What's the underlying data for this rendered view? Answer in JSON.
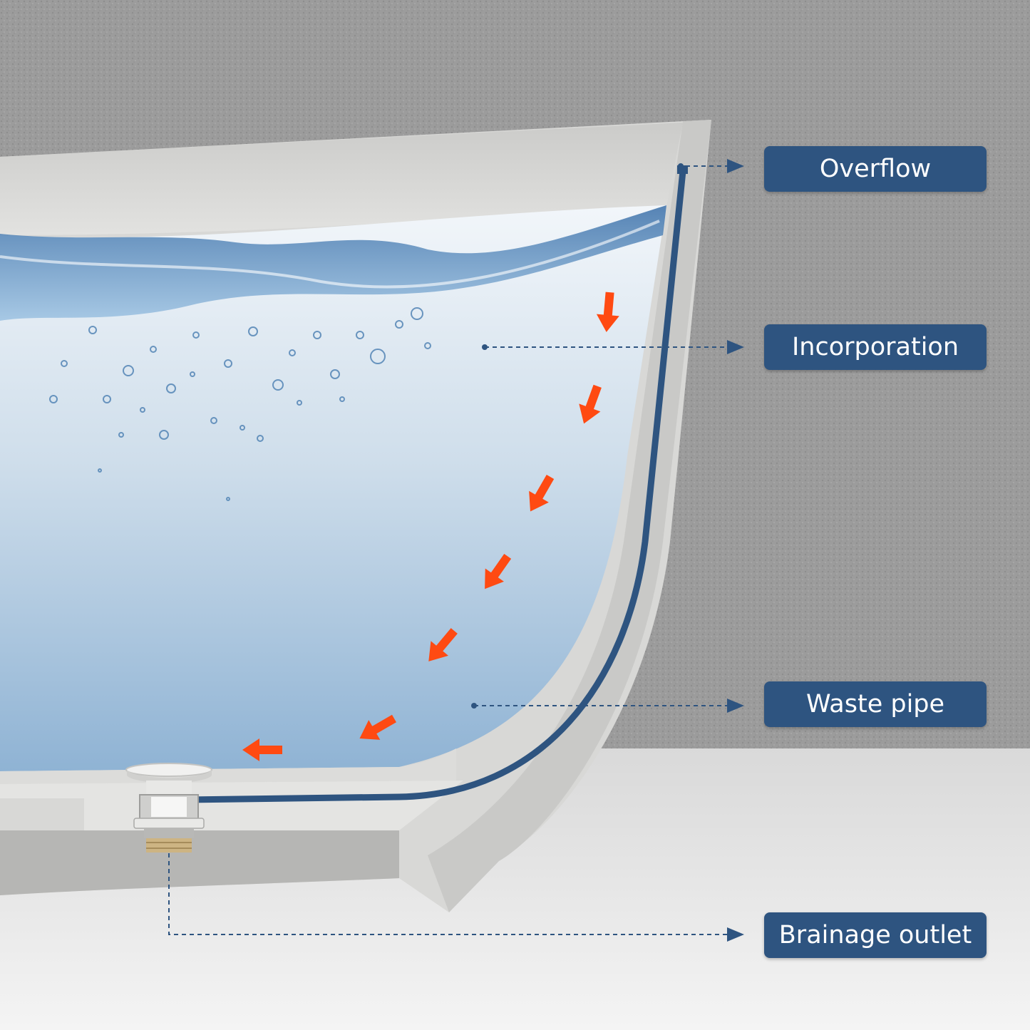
{
  "labels": {
    "overflow": "Overflow",
    "incorporation": "Incorporation",
    "waste_pipe": "Waste pipe",
    "brainage_outlet": "Brainage outlet"
  },
  "colors": {
    "wall": "#9a9a9a",
    "floor": "#e6e6e6",
    "tub": "#d4d4d2",
    "water_top": "#eef4fa",
    "water_bottom": "#8fb3d4",
    "pipe": "#2e5480",
    "label_bg": "#2e5480",
    "arrow": "#ff4a12"
  },
  "icons": {
    "flow_arrows": "orange-arrow-icon",
    "pointer": "dashed-arrow-icon",
    "drain": "drain-plug-icon"
  }
}
